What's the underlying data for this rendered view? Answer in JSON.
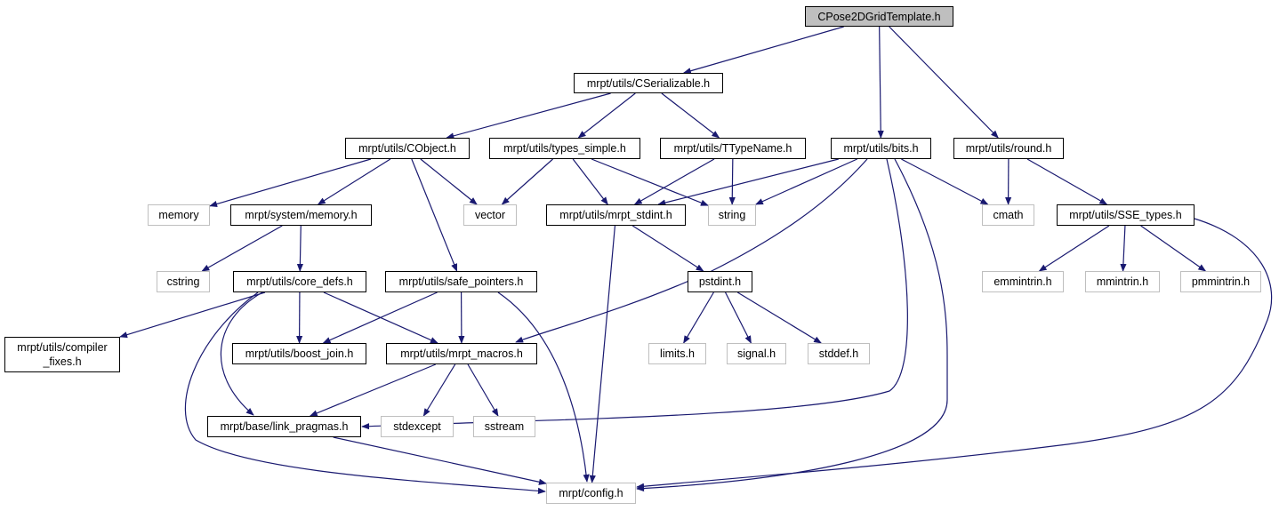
{
  "graph": {
    "edge_color": "#191970",
    "nodes": [
      {
        "id": "root",
        "label": "CPose2DGridTemplate.h",
        "kind": "root"
      },
      {
        "id": "cserializable",
        "label": "mrpt/utils/CSerializable.h",
        "kind": "local"
      },
      {
        "id": "cobject",
        "label": "mrpt/utils/CObject.h",
        "kind": "local"
      },
      {
        "id": "types_simple",
        "label": "mrpt/utils/types_simple.h",
        "kind": "local"
      },
      {
        "id": "ttypename",
        "label": "mrpt/utils/TTypeName.h",
        "kind": "local"
      },
      {
        "id": "bits",
        "label": "mrpt/utils/bits.h",
        "kind": "local"
      },
      {
        "id": "round",
        "label": "mrpt/utils/round.h",
        "kind": "local"
      },
      {
        "id": "memory",
        "label": "memory",
        "kind": "system"
      },
      {
        "id": "sys_memory",
        "label": "mrpt/system/memory.h",
        "kind": "local"
      },
      {
        "id": "vector",
        "label": "vector",
        "kind": "system"
      },
      {
        "id": "mrpt_stdint",
        "label": "mrpt/utils/mrpt_stdint.h",
        "kind": "local"
      },
      {
        "id": "string",
        "label": "string",
        "kind": "system"
      },
      {
        "id": "cmath",
        "label": "cmath",
        "kind": "system"
      },
      {
        "id": "sse_types",
        "label": "mrpt/utils/SSE_types.h",
        "kind": "local"
      },
      {
        "id": "cstring",
        "label": "cstring",
        "kind": "system"
      },
      {
        "id": "core_defs",
        "label": "mrpt/utils/core_defs.h",
        "kind": "local"
      },
      {
        "id": "safe_pointers",
        "label": "mrpt/utils/safe_pointers.h",
        "kind": "local"
      },
      {
        "id": "pstdint",
        "label": "pstdint.h",
        "kind": "local"
      },
      {
        "id": "emmintrin",
        "label": "emmintrin.h",
        "kind": "system"
      },
      {
        "id": "mmintrin",
        "label": "mmintrin.h",
        "kind": "system"
      },
      {
        "id": "pmmintrin",
        "label": "pmmintrin.h",
        "kind": "system"
      },
      {
        "id": "compiler_fixes",
        "label": "mrpt/utils/compiler\n_fixes.h",
        "kind": "local"
      },
      {
        "id": "boost_join",
        "label": "mrpt/utils/boost_join.h",
        "kind": "local"
      },
      {
        "id": "mrpt_macros",
        "label": "mrpt/utils/mrpt_macros.h",
        "kind": "local"
      },
      {
        "id": "limits",
        "label": "limits.h",
        "kind": "system"
      },
      {
        "id": "signal",
        "label": "signal.h",
        "kind": "system"
      },
      {
        "id": "stddef",
        "label": "stddef.h",
        "kind": "system"
      },
      {
        "id": "link_pragmas",
        "label": "mrpt/base/link_pragmas.h",
        "kind": "local"
      },
      {
        "id": "stdexcept",
        "label": "stdexcept",
        "kind": "system"
      },
      {
        "id": "sstream",
        "label": "sstream",
        "kind": "system"
      },
      {
        "id": "config",
        "label": "mrpt/config.h",
        "kind": "system"
      }
    ],
    "edges": [
      [
        "root",
        "cserializable"
      ],
      [
        "root",
        "bits"
      ],
      [
        "root",
        "round"
      ],
      [
        "cserializable",
        "cobject"
      ],
      [
        "cserializable",
        "types_simple"
      ],
      [
        "cserializable",
        "ttypename"
      ],
      [
        "cobject",
        "memory"
      ],
      [
        "cobject",
        "sys_memory"
      ],
      [
        "cobject",
        "vector"
      ],
      [
        "cobject",
        "safe_pointers"
      ],
      [
        "types_simple",
        "vector"
      ],
      [
        "types_simple",
        "mrpt_stdint"
      ],
      [
        "types_simple",
        "string"
      ],
      [
        "ttypename",
        "mrpt_stdint"
      ],
      [
        "ttypename",
        "string"
      ],
      [
        "bits",
        "mrpt_stdint"
      ],
      [
        "bits",
        "string"
      ],
      [
        "bits",
        "cmath"
      ],
      [
        "bits",
        "mrpt_macros"
      ],
      [
        "bits",
        "link_pragmas"
      ],
      [
        "bits",
        "config"
      ],
      [
        "round",
        "cmath"
      ],
      [
        "round",
        "sse_types"
      ],
      [
        "sys_memory",
        "cstring"
      ],
      [
        "sys_memory",
        "core_defs"
      ],
      [
        "mrpt_stdint",
        "pstdint"
      ],
      [
        "mrpt_stdint",
        "config"
      ],
      [
        "sse_types",
        "emmintrin"
      ],
      [
        "sse_types",
        "mmintrin"
      ],
      [
        "sse_types",
        "pmmintrin"
      ],
      [
        "sse_types",
        "config"
      ],
      [
        "core_defs",
        "compiler_fixes"
      ],
      [
        "core_defs",
        "boost_join"
      ],
      [
        "core_defs",
        "mrpt_macros"
      ],
      [
        "core_defs",
        "link_pragmas"
      ],
      [
        "core_defs",
        "config"
      ],
      [
        "safe_pointers",
        "boost_join"
      ],
      [
        "safe_pointers",
        "mrpt_macros"
      ],
      [
        "safe_pointers",
        "config"
      ],
      [
        "pstdint",
        "limits"
      ],
      [
        "pstdint",
        "signal"
      ],
      [
        "pstdint",
        "stddef"
      ],
      [
        "mrpt_macros",
        "link_pragmas"
      ],
      [
        "mrpt_macros",
        "stdexcept"
      ],
      [
        "mrpt_macros",
        "sstream"
      ],
      [
        "link_pragmas",
        "config"
      ]
    ]
  }
}
